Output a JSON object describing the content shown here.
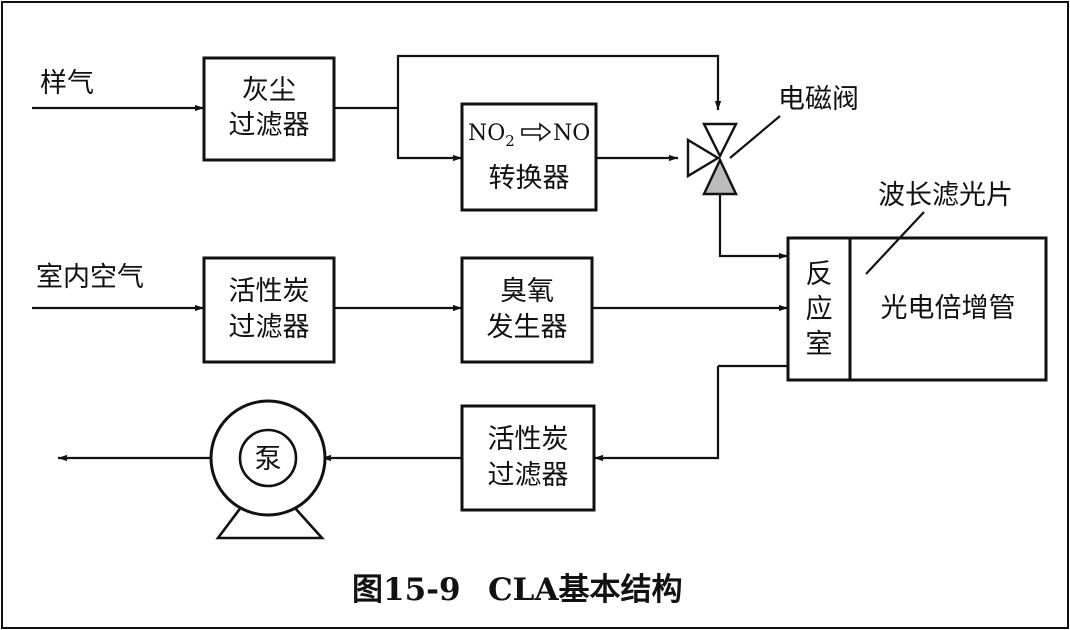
{
  "labels": {
    "sample_gas": "样气",
    "indoor_air": "室内空气",
    "solenoid_valve": "电磁阀",
    "wavelength_filter": "波长滤光片"
  },
  "boxes": {
    "dust_filter": {
      "line1": "灰尘",
      "line2": "过滤器"
    },
    "converter": {
      "formula_left": "NO",
      "formula_sub": "2",
      "formula_right": "NO",
      "line2": "转换器"
    },
    "carbon_filter_top": {
      "line1": "活性炭",
      "line2": "过滤器"
    },
    "ozone_generator": {
      "line1": "臭氧",
      "line2": "发生器"
    },
    "carbon_filter_bottom": {
      "line1": "活性炭",
      "line2": "过滤器"
    },
    "reaction_chamber": {
      "c1": "反",
      "c2": "应",
      "c3": "室"
    },
    "pmt": {
      "label": "光电倍增管"
    }
  },
  "pump": {
    "label": "泵"
  },
  "caption": {
    "figure": "图15-9",
    "title": "CLA基本结构"
  }
}
